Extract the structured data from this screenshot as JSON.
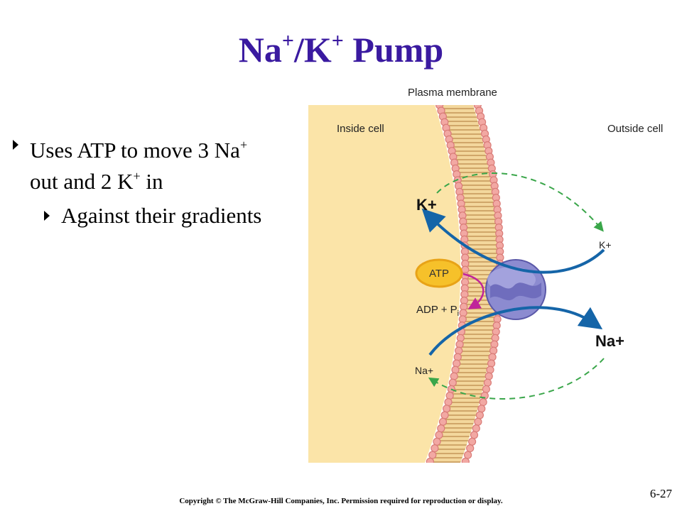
{
  "slide": {
    "title_a": "Na",
    "title_sup_a": "+",
    "title_b": "/K",
    "title_sup_b": "+",
    "title_c": " Pump",
    "bullet1_a": "Uses ATP to move 3 Na",
    "bullet1_sup_a": "+",
    "bullet1_b": " out and 2 K",
    "bullet1_sup_b": "+",
    "bullet1_c": " in",
    "bullet2": "Against their gradients",
    "copyright": "Copyright © The McGraw-Hill Companies, Inc. Permission required for reproduction or display.",
    "slide_number": "6-27"
  },
  "diagram": {
    "plasma_membrane": "Plasma membrane",
    "inside_cell": "Inside cell",
    "outside_cell": "Outside cell",
    "k_inside": "K+",
    "k_outside": "K+",
    "atp": "ATP",
    "adp_pi": "ADP + P",
    "pi_sub": "i",
    "na_outside": "Na+",
    "na_inside": "Na+"
  },
  "colors": {
    "title": "#3a1aa0",
    "cytoplasm": "#fbe4a8",
    "lipid_head": "#f2a8a3",
    "lipid_tail": "#d9a66a",
    "pump": "#8c8bd0",
    "ion_arrow": "#1565a8",
    "return_arrow": "#3aa64a",
    "atp_fill": "#f6c12a",
    "atp_arrow": "#c0249a"
  }
}
